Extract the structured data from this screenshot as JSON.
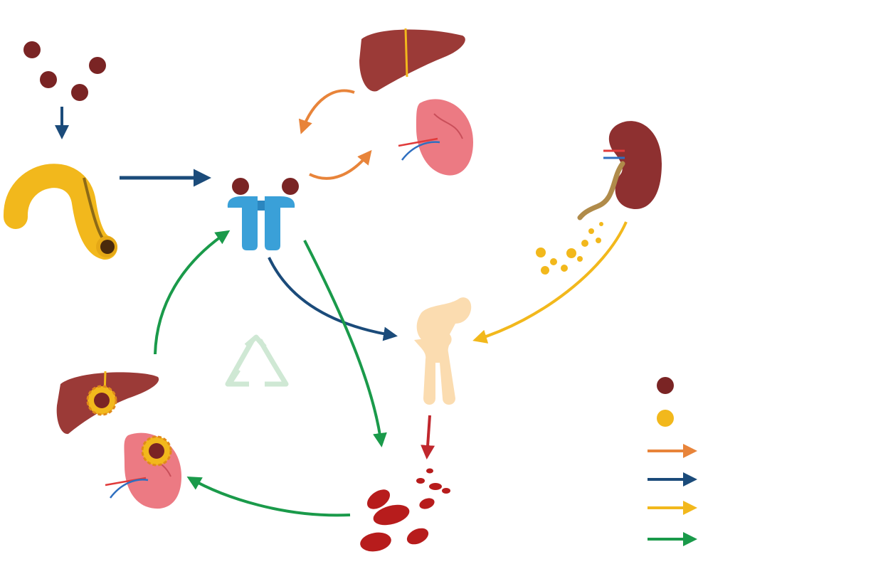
{
  "colors": {
    "orange": "#e8843a",
    "navy": "#1b4b7a",
    "yellow": "#f2b81c",
    "green": "#1a9a4a",
    "red": "#c0272d",
    "iron": "#7a2424",
    "liver": "#9b3a37",
    "spleen": "#ec7a83",
    "kidney": "#8e3030",
    "receptor": "#3aa0d8",
    "bone": "#fbdcb0",
    "intestine": "#f2b81c",
    "blood_cell": "#b71c1c",
    "recycle": "#cfe8d4"
  },
  "icons": [
    "iron-particles",
    "intestine-icon",
    "receptor-icon",
    "liver-icon",
    "spleen-icon",
    "kidney-icon",
    "bone-icon",
    "red-blood-cells-icon",
    "macrophage-liver-icon",
    "macrophage-spleen-icon",
    "recycle-icon"
  ],
  "legend": [
    {
      "key": "iron",
      "shape": "dot",
      "color": "#7a2424"
    },
    {
      "key": "secretion",
      "shape": "dot",
      "color": "#f2b81c"
    },
    {
      "key": "orange-pathway",
      "shape": "arrow",
      "color": "#e8843a"
    },
    {
      "key": "navy-pathway",
      "shape": "arrow",
      "color": "#1b4b7a"
    },
    {
      "key": "yellow-pathway",
      "shape": "arrow",
      "color": "#f2b81c"
    },
    {
      "key": "green-pathway",
      "shape": "arrow",
      "color": "#1a9a4a"
    }
  ]
}
